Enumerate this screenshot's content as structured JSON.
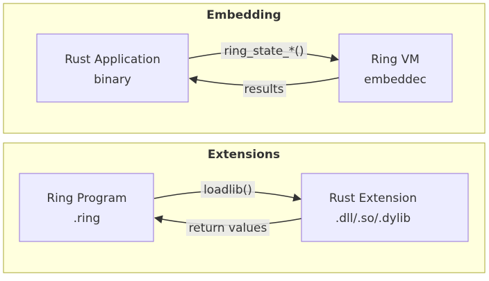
{
  "clusters": {
    "embedding": {
      "title": "Embedding"
    },
    "extensions": {
      "title": "Extensions"
    }
  },
  "nodes": {
    "rust_app": {
      "line1": "Rust Application",
      "line2": "binary"
    },
    "ring_vm": {
      "line1": "Ring VM",
      "line2": "embeddec"
    },
    "ring_program": {
      "line1": "Ring Program",
      "line2": ".ring"
    },
    "rust_extension": {
      "line1": "Rust Extension",
      "line2": ".dll/.so/.dylib"
    }
  },
  "edges": {
    "ring_state_call": {
      "label": "ring_state_*()"
    },
    "results": {
      "label": "results"
    },
    "loadlib": {
      "label": "loadlib()"
    },
    "return_values": {
      "label": "return values"
    }
  },
  "colors": {
    "cluster_fill": "#ffffde",
    "cluster_stroke": "#aaaa33",
    "node_fill": "#ececff",
    "node_stroke": "#9370db",
    "line": "#333333",
    "label_bg": "#e8e8e8"
  }
}
